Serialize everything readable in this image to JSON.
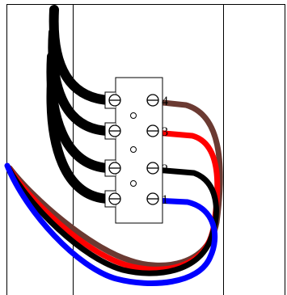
{
  "terminals": [
    {
      "label": "4",
      "wire_color": "#6b3a32"
    },
    {
      "label": "3",
      "wire_color": "#ff0000"
    },
    {
      "label": "2",
      "wire_color": "#000000"
    },
    {
      "label": "1",
      "wire_color": "#0000ff"
    }
  ],
  "common_wire_color": "#000000",
  "block_fill": "#ffffff",
  "outline_color": "#000000"
}
